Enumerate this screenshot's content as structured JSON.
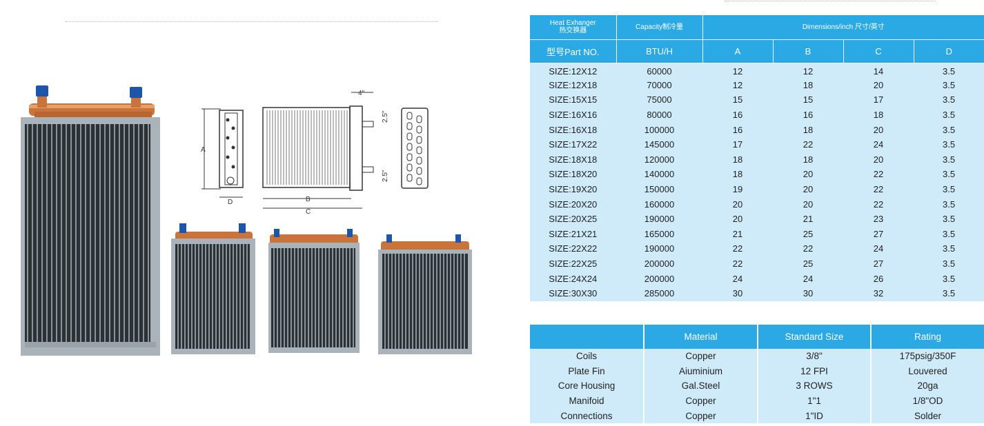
{
  "spec_table": {
    "header_row1": {
      "col1_line1": "Heat Exhanger",
      "col1_line2": "热交换器",
      "col2": "Capacity制冷量",
      "dims": "Dimensions/inch 尺寸/英寸"
    },
    "header_row2": [
      "型号Part NO.",
      "BTU/H",
      "A",
      "B",
      "C",
      "D"
    ],
    "rows": [
      [
        "SIZE:12X12",
        "60000",
        "12",
        "12",
        "14",
        "3.5"
      ],
      [
        "SIZE:12X18",
        "70000",
        "12",
        "18",
        "20",
        "3.5"
      ],
      [
        "SIZE:15X15",
        "75000",
        "15",
        "15",
        "17",
        "3.5"
      ],
      [
        "SIZE:16X16",
        "80000",
        "16",
        "16",
        "18",
        "3.5"
      ],
      [
        "SIZE:16X18",
        "100000",
        "16",
        "18",
        "20",
        "3.5"
      ],
      [
        "SIZE:17X22",
        "145000",
        "17",
        "22",
        "24",
        "3.5"
      ],
      [
        "SIZE:18X18",
        "120000",
        "18",
        "18",
        "20",
        "3.5"
      ],
      [
        "SIZE:18X20",
        "140000",
        "18",
        "20",
        "22",
        "3.5"
      ],
      [
        "SIZE:19X20",
        "150000",
        "19",
        "20",
        "22",
        "3.5"
      ],
      [
        "SIZE:20X20",
        "160000",
        "20",
        "20",
        "22",
        "3.5"
      ],
      [
        "SIZE:20X25",
        "190000",
        "20",
        "21",
        "23",
        "3.5"
      ],
      [
        "SIZE:21X21",
        "165000",
        "21",
        "25",
        "27",
        "3.5"
      ],
      [
        "SIZE:22X22",
        "190000",
        "22",
        "22",
        "24",
        "3.5"
      ],
      [
        "SIZE:22X25",
        "200000",
        "22",
        "25",
        "27",
        "3.5"
      ],
      [
        "SIZE:24X24",
        "200000",
        "24",
        "24",
        "26",
        "3.5"
      ],
      [
        "SIZE:30X30",
        "285000",
        "30",
        "30",
        "32",
        "3.5"
      ]
    ]
  },
  "material_table": {
    "headers": [
      "",
      "Material",
      "Standard Size",
      "Rating"
    ],
    "rows": [
      [
        "Coils",
        "Copper",
        "3/8\"",
        "175psig/350F"
      ],
      [
        "Plate Fin",
        "Aiuminium",
        "12 FPI",
        "Louvered"
      ],
      [
        "Core Housing",
        "Gal.Steel",
        "3 ROWS",
        "20ga"
      ],
      [
        "Manifoid",
        "Copper",
        "1\"1",
        "1/8\"OD"
      ],
      [
        "Connections",
        "Copper",
        "1\"ID",
        "Solder"
      ]
    ]
  },
  "drawing": {
    "label_a": "A",
    "label_b": "B",
    "label_c": "C",
    "label_d": "D",
    "label_4": "4\"",
    "label_25_top": "2.5\"",
    "label_25_bottom": "2.5\""
  },
  "colors": {
    "header_blue": "#2aa9e5",
    "row_blue": "#cfebf9",
    "copper": "#c8743a",
    "fin_dark": "#3a3f44",
    "frame_gray": "#aab3b9"
  }
}
